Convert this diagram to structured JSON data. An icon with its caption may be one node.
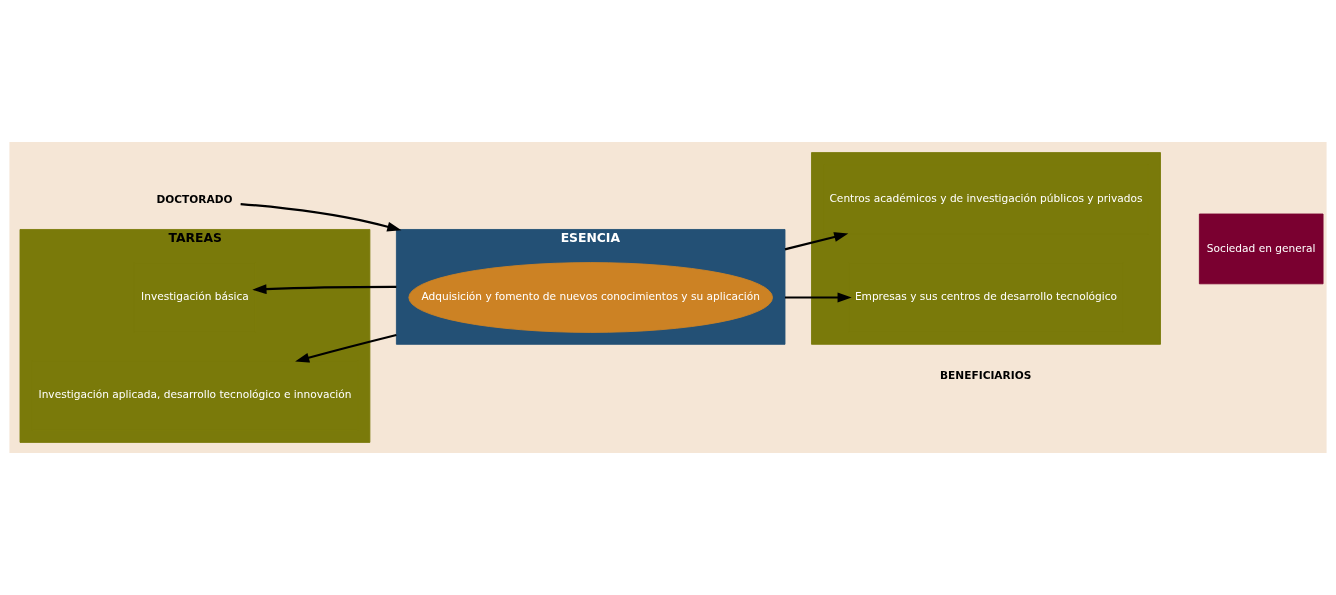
{
  "diagram": {
    "nodes": [
      {
        "text": [
          "DOCTORADO"
        ]
      },
      {
        "text": [
          "ESENCIA"
        ]
      },
      {
        "text": [
          "Adquisición y fomento de nuevos conocimientos y su aplicación"
        ],
        "in": 1
      },
      {
        "text": [
          "TAREAS"
        ]
      },
      {
        "text": [
          "Investigación básica"
        ],
        "in": 3
      },
      {
        "text": [
          "Investigación aplicada, desarrollo tecnológico e innovación"
        ],
        "in": 3
      },
      {
        "text": [],
        "shape": "box"
      },
      {
        "text": [
          "Centros académicos y de investigación públicos y privados"
        ],
        "in": 6
      },
      {
        "text": [
          "Empresas y sus centros de desarrollo tecnológico"
        ],
        "in": 6
      },
      {
        "text": [
          "Sociedad en general"
        ]
      }
    ],
    "edges": [
      {
        "from": 0,
        "to": 1,
        "arrow": "to"
      },
      {
        "from": 1,
        "to": 4,
        "arrow": "to"
      },
      {
        "from": 1,
        "to": 5,
        "arrow": "to"
      },
      {
        "from": 1,
        "to": 7,
        "arrow": "to"
      },
      {
        "from": 1,
        "to": 8,
        "arrow": "to"
      }
    ],
    "labels": [
      "BENEFICIARIOS"
    ]
  }
}
